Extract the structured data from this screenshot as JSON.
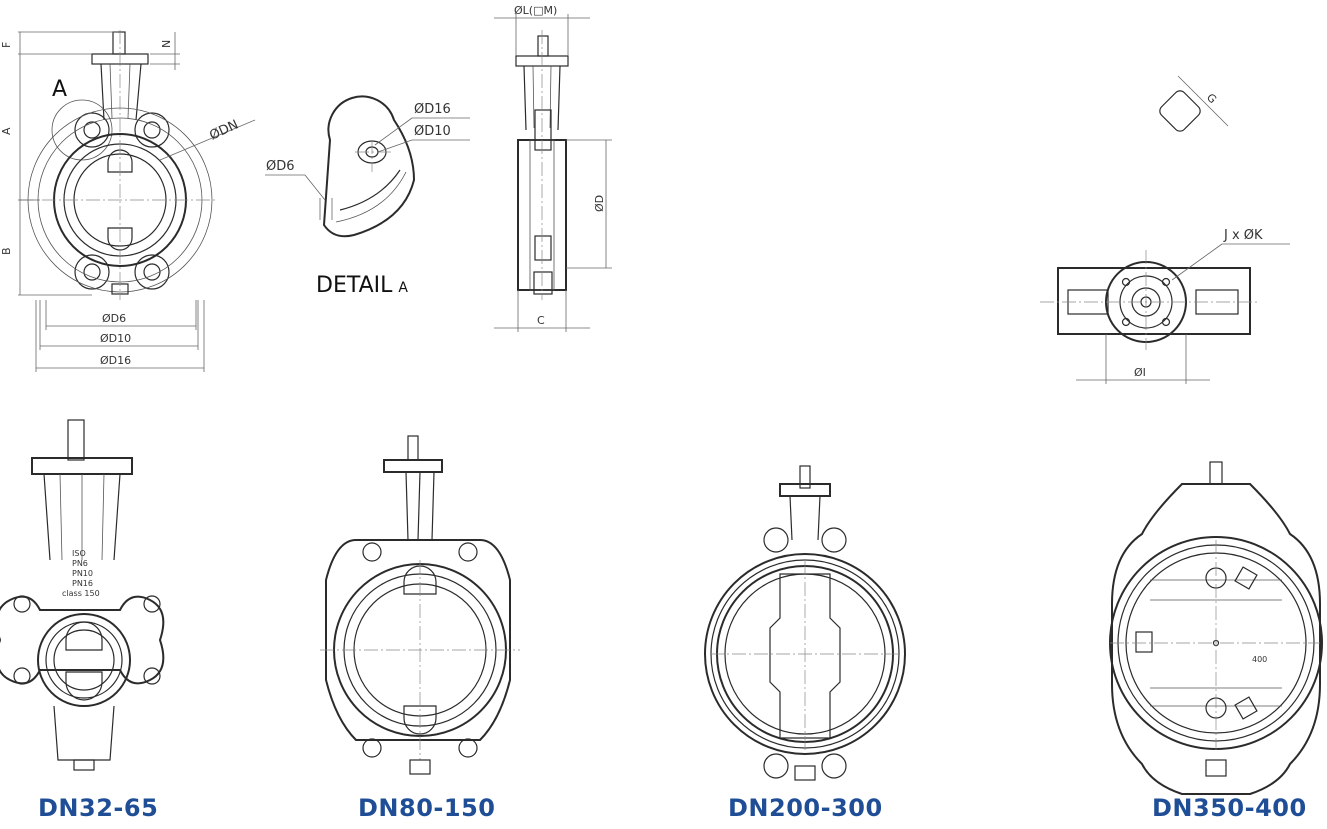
{
  "dimension_labels": {
    "F": "F",
    "N": "N",
    "A": "A",
    "B": "B",
    "DN": "ØDN",
    "D6": "ØD6",
    "D10": "ØD10",
    "D16": "ØD16",
    "L": "ØL(□M)",
    "D": "ØD",
    "C": "C",
    "G": "G",
    "JK": "J x ØK",
    "I": "ØI"
  },
  "view_label_a": "A",
  "detail_label": {
    "main": "DETAIL",
    "suffix": "A"
  },
  "disc_marking": "400",
  "body_marking": [
    "ISO",
    "PN6",
    "PN10",
    "PN16",
    "class 150"
  ],
  "captions": [
    "DN32-65",
    "DN80-150",
    "DN200-300",
    "DN350-400"
  ],
  "colors": {
    "caption": "#1f4e97",
    "line": "#2b2b2b"
  }
}
